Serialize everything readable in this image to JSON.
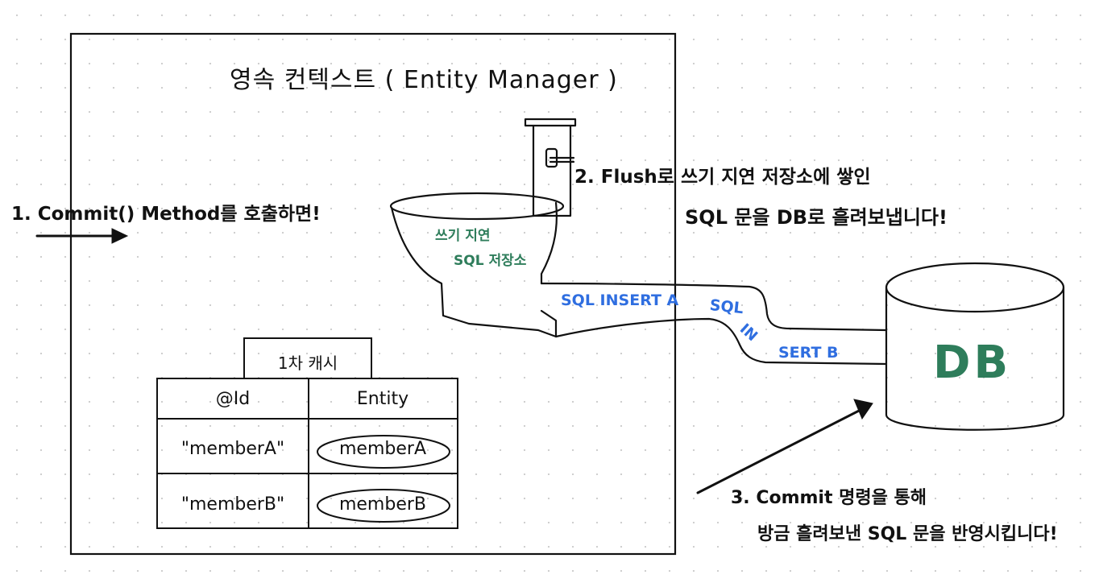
{
  "title": "영속 컨텍스트 ( Entity Manager )",
  "step1": "1. Commit() Method를 호출하면!",
  "step2": {
    "line1": "2. Flush로 쓰기 지연 저장소에 쌓인",
    "line2": "SQL 문을 DB로 흘려보냅니다!"
  },
  "step3": {
    "line1": "3. Commit 명령을 통해",
    "line2": "방금 흘려보낸 SQL 문을 반영시킵니다!"
  },
  "write_buffer": {
    "line1": "쓰기 지연",
    "line2": "SQL 저장소"
  },
  "pipe_sql": {
    "insert_a": "SQL INSERT A",
    "b_part1": "SQL",
    "b_part2": "IN",
    "b_part3": "SERT B"
  },
  "database": "DB",
  "cache": {
    "title": "1차 캐시",
    "headers": [
      "@Id",
      "Entity"
    ],
    "rows": [
      {
        "id": "\"memberA\"",
        "entity": "memberA"
      },
      {
        "id": "\"memberB\"",
        "entity": "memberB"
      }
    ]
  },
  "colors": {
    "green": "#2e7d5b",
    "blue": "#2f6ee0",
    "ink": "#111111"
  }
}
